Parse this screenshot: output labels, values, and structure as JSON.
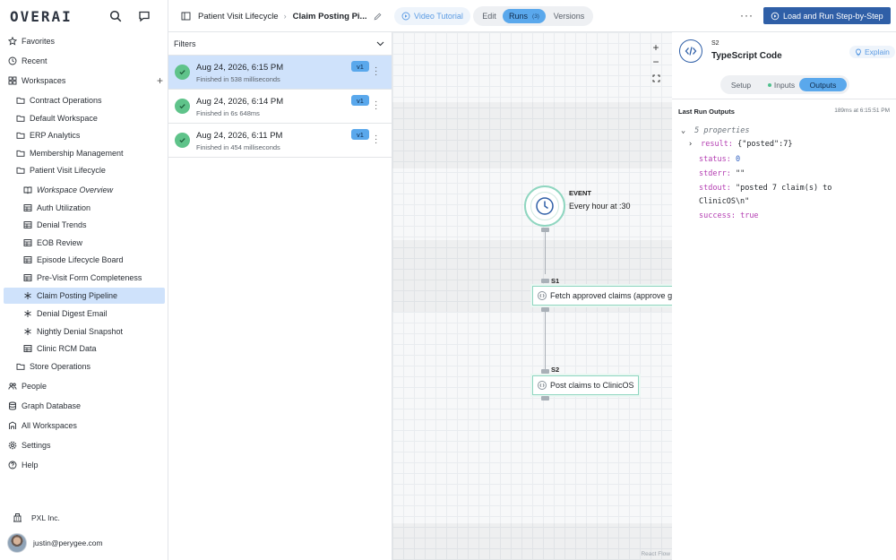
{
  "app": {
    "logo": "OVERAI"
  },
  "sidebar": {
    "items": [
      {
        "label": "Favorites",
        "icon": "star-icon"
      },
      {
        "label": "Recent",
        "icon": "clock-icon"
      },
      {
        "label": "Workspaces",
        "icon": "grid-icon"
      },
      {
        "label": "Contract Operations",
        "icon": "folder-icon"
      },
      {
        "label": "Default Workspace",
        "icon": "folder-icon"
      },
      {
        "label": "ERP Analytics",
        "icon": "folder-icon"
      },
      {
        "label": "Membership Management",
        "icon": "folder-icon"
      },
      {
        "label": "Patient Visit Lifecycle",
        "icon": "folder-icon"
      },
      {
        "label": "Workspace Overview",
        "icon": "book-icon"
      },
      {
        "label": "Auth Utilization",
        "icon": "table-icon"
      },
      {
        "label": "Denial Trends",
        "icon": "table-icon"
      },
      {
        "label": "EOB Review",
        "icon": "table-icon"
      },
      {
        "label": "Episode Lifecycle Board",
        "icon": "table-icon"
      },
      {
        "label": "Pre-Visit Form Completeness",
        "icon": "table-icon"
      },
      {
        "label": "Claim Posting Pipeline",
        "icon": "workflow-icon"
      },
      {
        "label": "Denial Digest Email",
        "icon": "workflow-icon"
      },
      {
        "label": "Nightly Denial Snapshot",
        "icon": "workflow-icon"
      },
      {
        "label": "Clinic RCM Data",
        "icon": "table-icon"
      },
      {
        "label": "Store Operations",
        "icon": "folder-icon"
      },
      {
        "label": "People",
        "icon": "people-icon"
      },
      {
        "label": "Graph Database",
        "icon": "database-icon"
      },
      {
        "label": "All Workspaces",
        "icon": "building-icon"
      },
      {
        "label": "Settings",
        "icon": "gear-icon"
      },
      {
        "label": "Help",
        "icon": "help-icon"
      }
    ],
    "org": "PXL Inc.",
    "user_email": "justin@perygee.com"
  },
  "header": {
    "breadcrumb_parent": "Patient Visit Lifecycle",
    "breadcrumb_current": "Claim Posting Pi...",
    "video_tutorial": "Video Tutorial",
    "tabs": {
      "edit": "Edit",
      "runs": "Runs",
      "runs_count": "(3)",
      "versions": "Versions"
    },
    "more": "···",
    "run_button": "Load and Run Step-by-Step"
  },
  "runs": {
    "filters_label": "Filters",
    "items": [
      {
        "time": "Aug 24, 2026, 6:15 PM",
        "duration": "Finished in 538 milliseconds",
        "version": "v1"
      },
      {
        "time": "Aug 24, 2026, 6:14 PM",
        "duration": "Finished in 6s 648ms",
        "version": "v1"
      },
      {
        "time": "Aug 24, 2026, 6:11 PM",
        "duration": "Finished in 454 milliseconds",
        "version": "v1"
      }
    ]
  },
  "canvas": {
    "zoom_in": "+",
    "zoom_out": "−",
    "event": {
      "label": "EVENT",
      "schedule": "Every hour at :30"
    },
    "s1": {
      "label": "S1",
      "title": "Fetch approved claims (approve g"
    },
    "s2": {
      "label": "S2",
      "title": "Post claims to ClinicOS"
    },
    "attribution": "React Flow"
  },
  "detail": {
    "step": "S2",
    "title": "TypeScript Code",
    "explain": "Explain",
    "tabs": {
      "setup": "Setup",
      "inputs": "Inputs",
      "outputs": "Outputs"
    },
    "section": "Last Run Outputs",
    "timestamp": "189ms at 6:15:51 PM",
    "properties": "5 properties",
    "result_key": "result:",
    "result_val": "{\"posted\":7}",
    "status_key": "status:",
    "status_val": "0",
    "stderr_key": "stderr:",
    "stderr_val": "\"\"",
    "stdout_key": "stdout:",
    "stdout_val_1": "\"posted 7 claim(s) to",
    "stdout_val_2": "ClinicOS\\n\"",
    "success_key": "success:",
    "success_val": "true"
  }
}
